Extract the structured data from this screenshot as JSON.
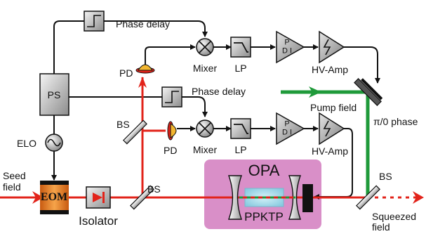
{
  "labels": {
    "seed_field": "Seed\nfield",
    "eom": "EOM",
    "isolator": "Isolator",
    "elo": "ELO",
    "ps": "PS",
    "phase_delay_top": "Phase delay",
    "phase_delay_mid": "Phase delay",
    "pd_top": "PD",
    "pd_mid": "PD",
    "mixer_top": "Mixer",
    "mixer_mid": "Mixer",
    "lp_top": "LP",
    "lp_mid": "LP",
    "pdi_top": "P\nD I",
    "pdi_mid": "P\nD I",
    "hv_amp_top": "HV-Amp",
    "hv_amp_mid": "HV-Amp",
    "bs_left": "BS",
    "bs_bottom": "BS",
    "bs_right": "BS",
    "opa": "OPA",
    "ppktp": "PPKTP",
    "pump_field": "Pump field",
    "pi_phase": "π/0 phase",
    "squeezed_field": "Squeezed\nfield"
  },
  "colors": {
    "laser_red": "#e2231a",
    "pump_green": "#1f9a3a",
    "opa_box": "#d98fc8",
    "crystal": "#9ed7ea",
    "eom_body": "#f08a1e"
  }
}
